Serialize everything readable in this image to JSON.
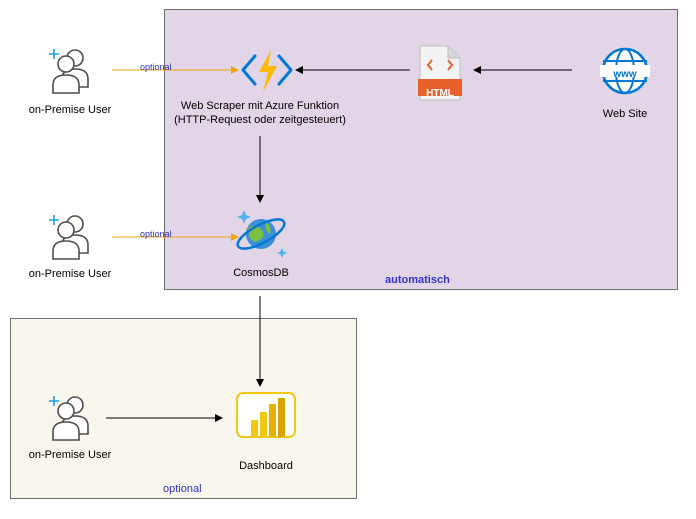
{
  "zones": {
    "automatic": {
      "label": "automatisch",
      "fill": "#e1d5e7"
    },
    "optional": {
      "label": "optional",
      "fill": "#f9f7ed"
    }
  },
  "nodes": {
    "user1": {
      "label": "on-Premise User",
      "icon": "user-group-icon"
    },
    "user2": {
      "label": "on-Premise User",
      "icon": "user-group-icon"
    },
    "user3": {
      "label": "on-Premise User",
      "icon": "user-group-icon"
    },
    "function": {
      "label_line1": "Web Scraper mit Azure Funktion",
      "label_line2": "(HTTP-Request oder zeitgesteuert)",
      "icon": "azure-function-icon"
    },
    "html": {
      "badge": "HTML",
      "icon": "html-file-icon"
    },
    "website": {
      "label": "Web Site",
      "badge": "www",
      "icon": "globe-icon"
    },
    "cosmos": {
      "label": "CosmosDB",
      "icon": "cosmosdb-icon"
    },
    "dashboard": {
      "label": "Dashboard",
      "icon": "powerbi-icon"
    }
  },
  "edges": {
    "user1_to_function": {
      "label": "optional",
      "color": "#f0a30a"
    },
    "user2_to_cosmos": {
      "label": "optional",
      "color": "#f0a30a"
    }
  },
  "colors": {
    "accent_blue": "#3333cc",
    "azure_blue": "#0078d4",
    "function_yellow": "#ffb900",
    "html_orange": "#e8612c",
    "powerbi_yellow": "#f2c811"
  }
}
